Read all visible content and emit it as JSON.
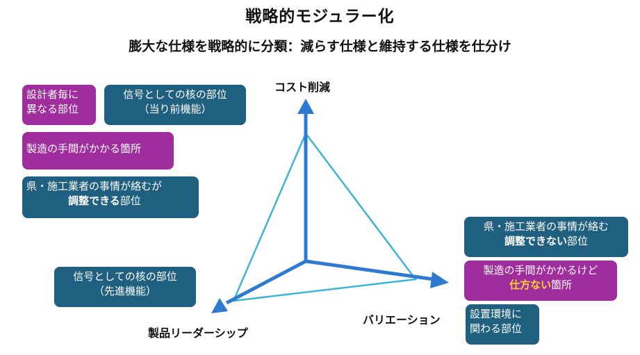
{
  "title": "戦略的モジュラー化",
  "subtitle": "膨大な仕様を戦略的に分類：減らす仕様と維持する仕様を仕分け",
  "axes": {
    "top": "コスト削減",
    "right": "バリエーション",
    "left": "製品リーダーシップ"
  },
  "boxes": {
    "per_designer": {
      "line1": "設計者毎に",
      "line2": "異なる部位"
    },
    "core_standard": {
      "line1": "信号としての核の部位",
      "line2": "（当り前機能）"
    },
    "mfg_effort": {
      "line1": "製造の手間がかかる箇所"
    },
    "adjustable": {
      "line1": "県・施工業者の事情が絡むが",
      "line2_bold": "調整できる",
      "line2_rest": "部位"
    },
    "core_advanced": {
      "line1": "信号としての核の部位",
      "line2": "（先進機能）"
    },
    "not_adjustable": {
      "line1": "県・施工業者の事情が絡む",
      "line2_bold": "調整できない",
      "line2_rest": "部位"
    },
    "unavoidable": {
      "line1": "製造の手間がかかるけど",
      "line2_bold": "仕方ない",
      "line2_rest": "箇所"
    },
    "environment": {
      "line1": "設置環境に",
      "line2": "関わる部位"
    }
  },
  "colors": {
    "box_teal": "#1f5f7f",
    "box_purple": "#a02d9e",
    "axis_arrow": "#2e7ad1",
    "triangle": "#3bb5d6",
    "highlight_text": "#ffd42a"
  }
}
